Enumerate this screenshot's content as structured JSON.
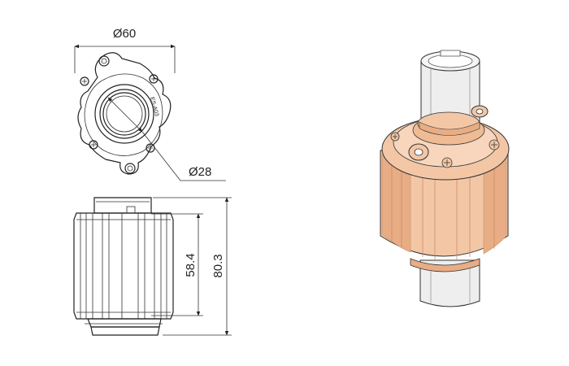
{
  "dimensions": {
    "outer_diameter": "Ø60",
    "inner_diameter": "Ø28",
    "body_length": "58.4",
    "overall_length": "80.3"
  },
  "part_engraving": "ES-A03",
  "colors": {
    "line": "#222222",
    "body_fill": "#f3c7a6",
    "body_shade": "#e8ad85",
    "body_edge": "#c98d66",
    "tube_fill": "#eeeeee",
    "background": "#ffffff"
  },
  "views": [
    "top-view",
    "side-view",
    "3d-render"
  ]
}
